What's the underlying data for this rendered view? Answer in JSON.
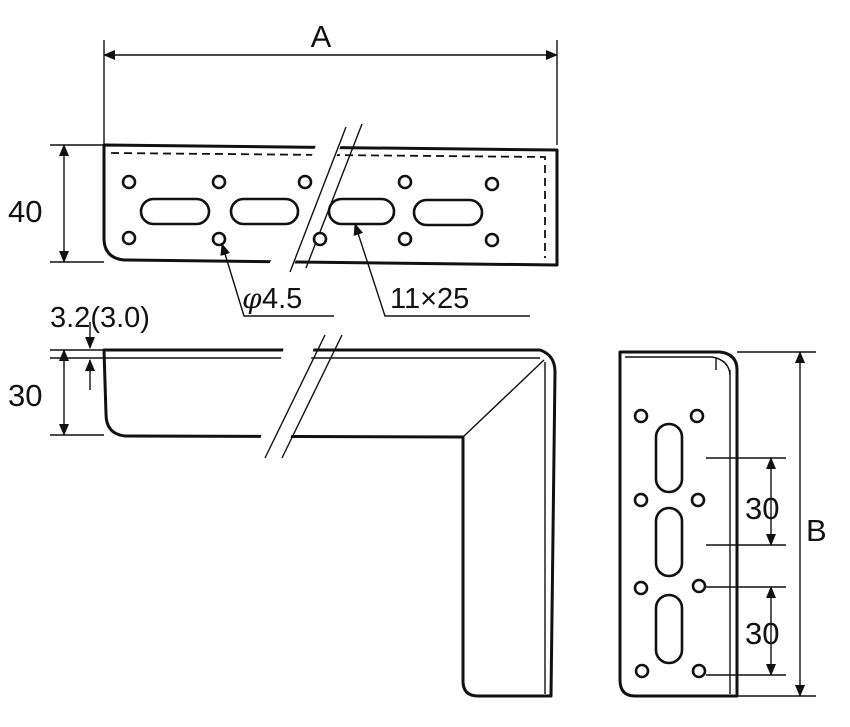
{
  "labels": {
    "overall_length": "A",
    "overall_height": "B",
    "width_top": "40",
    "thickness": "3.2(3.0)",
    "flange_width": "30",
    "hole_diameter_symbol": "φ",
    "hole_diameter": "4.5",
    "slot_size": "11×25",
    "slot_pitch_1": "30",
    "slot_pitch_2": "30"
  }
}
